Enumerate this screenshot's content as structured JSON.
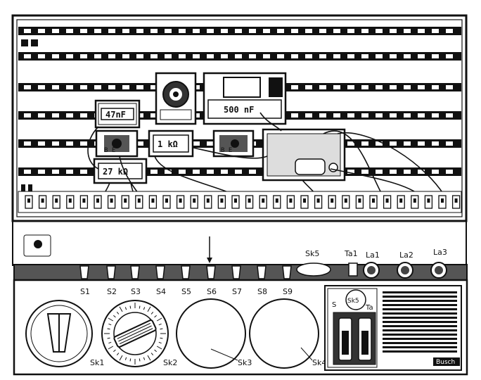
{
  "components": {
    "capacitor_1": "47nF",
    "resistor_1": "1 kΩ",
    "resistor_2": "27 kΩ",
    "capacitor_2": "500 nF",
    "transistor_1_pins": "B E",
    "transistor_2_pins": "B E"
  },
  "switches": [
    "S1",
    "S2",
    "S3",
    "S4",
    "S5",
    "S6",
    "S7",
    "S8",
    "S9"
  ],
  "lamp_labels": [
    "La1",
    "La2",
    "La3"
  ],
  "key_label": "Ta1",
  "socket_labels": {
    "sk1": "Sk1",
    "sk2": "Sk2",
    "sk3": "Sk3",
    "sk4": "Sk4",
    "sk5": "Sk5"
  },
  "panel_right": {
    "left_letter": "S",
    "right_letter": "Ta",
    "circle_label": "Sk5"
  },
  "brand": "Busch"
}
